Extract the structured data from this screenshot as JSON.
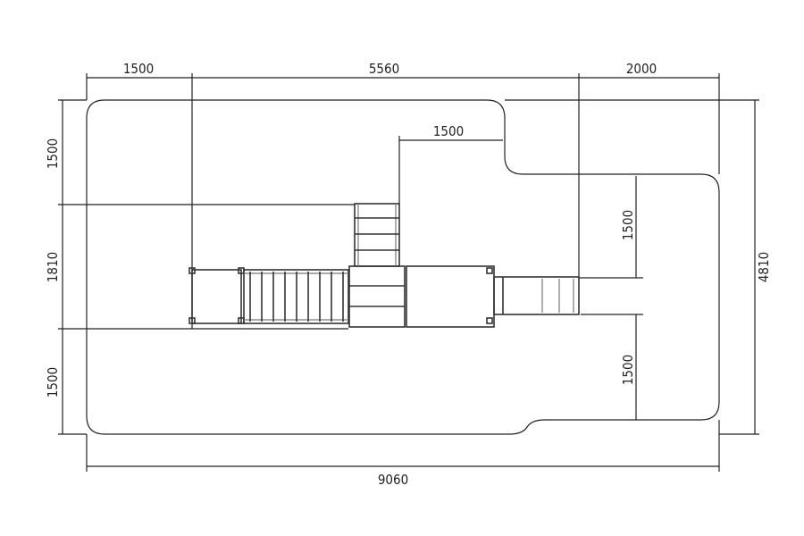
{
  "dimensions": {
    "top": [
      "1500",
      "5560",
      "2000"
    ],
    "bottom": "9060",
    "left": [
      "1500",
      "1810",
      "1500"
    ],
    "right": "4810",
    "inner_top": "1500",
    "inner_right_upper": "1500",
    "inner_right_lower": "1500"
  }
}
